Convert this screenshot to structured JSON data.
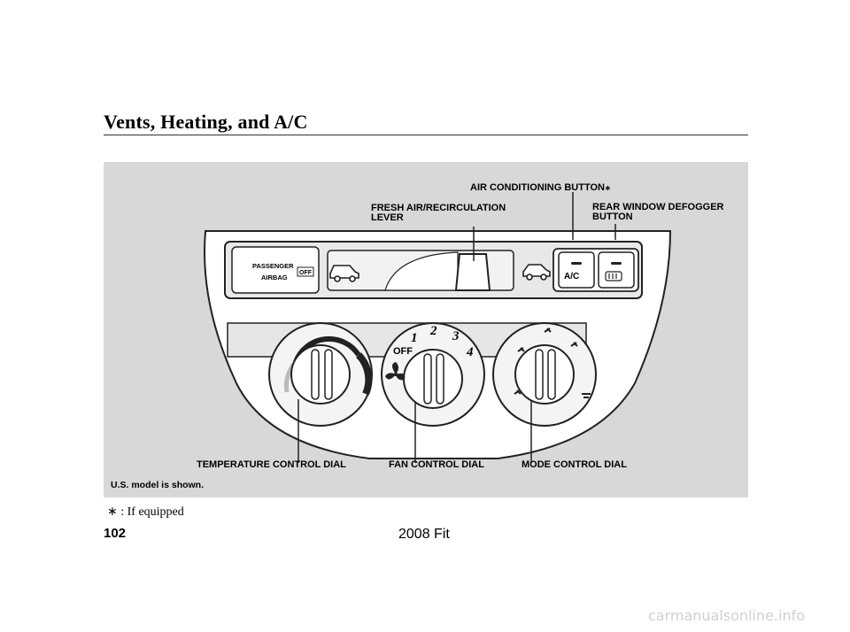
{
  "header": {
    "title": "Vents, Heating, and A/C"
  },
  "labels": {
    "ac_button": "AIR CONDITIONING BUTTON",
    "ac_asterisk": "∗",
    "fresh_air": "FRESH AIR/RECIRCULATION\nLEVER",
    "rear_defogger": "REAR WINDOW DEFOGGER\nBUTTON",
    "temperature": "TEMPERATURE CONTROL DIAL",
    "fan": "FAN CONTROL DIAL",
    "mode": "MODE CONTROL DIAL",
    "model_note": "U.S. model is shown."
  },
  "panel_text": {
    "passenger": "PASSENGER",
    "airbag": "AIRBAG",
    "off_indicator": "OFF",
    "ac": "A/C",
    "fan_off": "OFF",
    "fan_speeds": [
      "1",
      "2",
      "3",
      "4"
    ]
  },
  "footnote": {
    "symbol": "∗",
    "text": ":  If equipped"
  },
  "page_number": "102",
  "model_year": "2008  Fit",
  "watermark": "carmanualsonline.info"
}
